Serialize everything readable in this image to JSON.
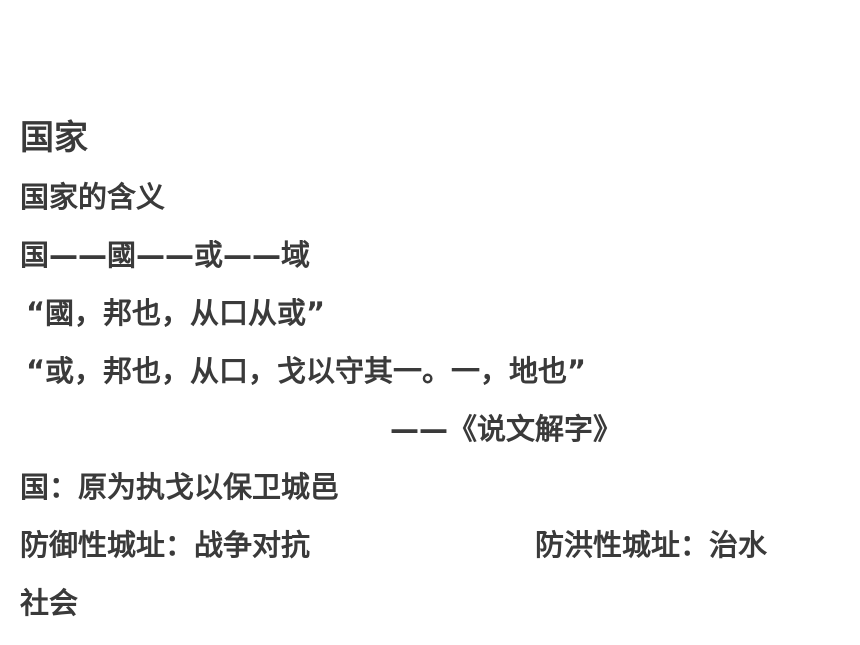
{
  "document": {
    "title": "国家",
    "lines": {
      "meaning_heading": "国家的含义",
      "evolution": "国——國——或——域",
      "quote_1": "“國，邦也，从口从或”",
      "quote_2": "“或，邦也，从口，戈以守其一。一，地也”",
      "quote_source": "——《说文解字》",
      "origin": "国：原为执戈以保卫城邑",
      "defensive_site": "防御性城址：战争对抗",
      "flood_site": "防洪性城址：治水",
      "society": "社会"
    }
  }
}
